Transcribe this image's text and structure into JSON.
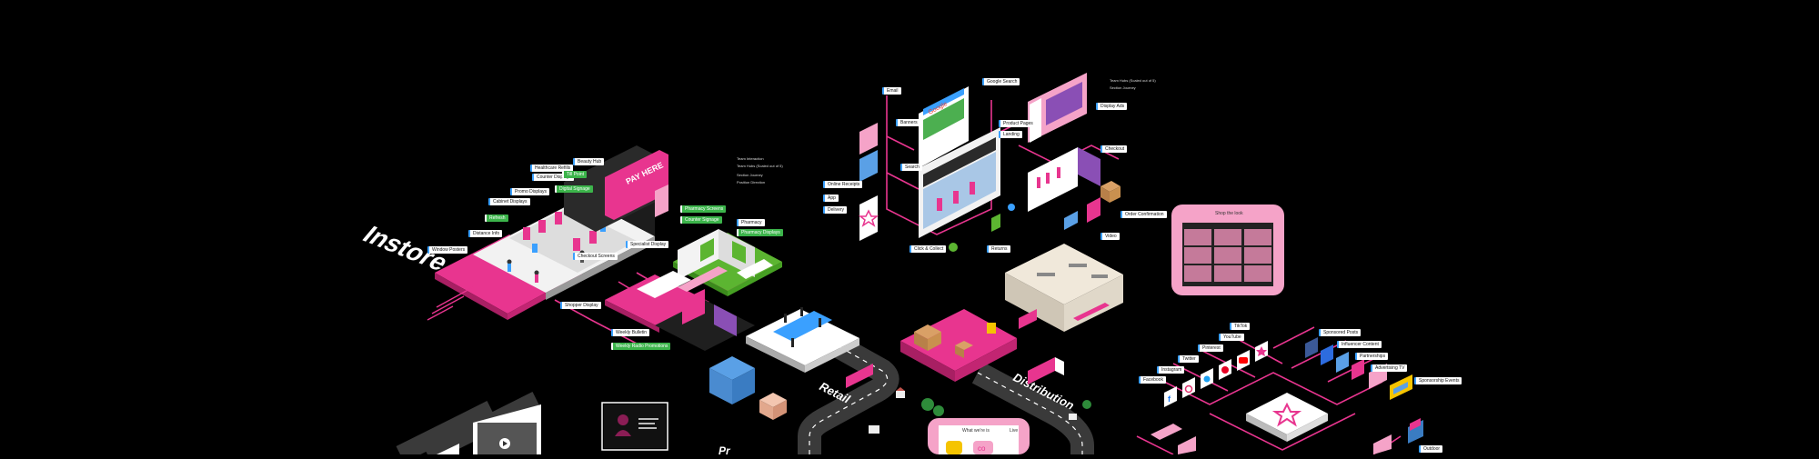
{
  "zones": {
    "instore": "Instore",
    "retail": "Retail",
    "distribution": "Distribution"
  },
  "legend_top": {
    "item1": "Team Interaction",
    "item2": "Team Hubs (Scaled out of 5)",
    "item3": "Section Journey",
    "item4": "Position Direction"
  },
  "legend_top_right": {
    "item1": "Team Hubs (Scaled out of 5)",
    "item2": "Section Journey"
  },
  "instore_tags": {
    "window_posters": "Window Posters",
    "distance_info": "Distance Info",
    "refresh": "Refresh",
    "cabinet_displays": "Cabinet Displays",
    "promo_displays": "Promo Displays",
    "healthcare_refills": "Healthcare Refills",
    "counter_displays": "Counter Displays",
    "digital_signage": "Digital Signage",
    "beauty_hub": "Beauty Hub",
    "till_point": "Till Point",
    "specialist_display": "Specialist Display",
    "checkout_screens": "Checkout Screens",
    "shopper_display": "Shopper Display",
    "weekly_bulletin": "Weekly Bulletin",
    "weekly_radio": "Weekly Radio Promotions",
    "pharmacy": "Pharmacy",
    "pharmacy_screens": "Pharmacy Screens",
    "pharmacy_displays": "Pharmacy Displays",
    "counter_signage": "Counter Signage"
  },
  "online_tags": {
    "email": "Email",
    "banners": "Banners",
    "search": "Search",
    "google_search": "Google Search",
    "product_pages": "Product Pages",
    "landing": "Landing",
    "display_ads": "Display Ads",
    "checkout": "Checkout",
    "online_receipts": "Online Receipts",
    "app": "App",
    "delivery": "Delivery",
    "order_confirmation": "Order Confirmation",
    "click_collect": "Click & Collect",
    "returns": "Returns",
    "video": "Video"
  },
  "social_tags": {
    "facebook": "Facebook",
    "instagram": "Instagram",
    "twitter": "Twitter",
    "pinterest": "Pinterest",
    "youtube": "YouTube",
    "tiktok": "TikTok",
    "sponsored_posts": "Sponsored Posts",
    "influencer_content": "Influencer Content",
    "partnerships": "Partnerships",
    "advertising_tv": "Advertising TV",
    "sponsorship_events": "Sponsorship Events",
    "outdoor": "Outdoor"
  },
  "panels": {
    "pink_screen_title": "Shop the look",
    "phone_title_left": "What we're is",
    "phone_title_right": "Live"
  },
  "colors": {
    "magenta": "#e8358f",
    "pink_light": "#f5a3c8",
    "green": "#5cb531",
    "white": "#ffffff",
    "tag_blue": "#3aa0ff"
  }
}
